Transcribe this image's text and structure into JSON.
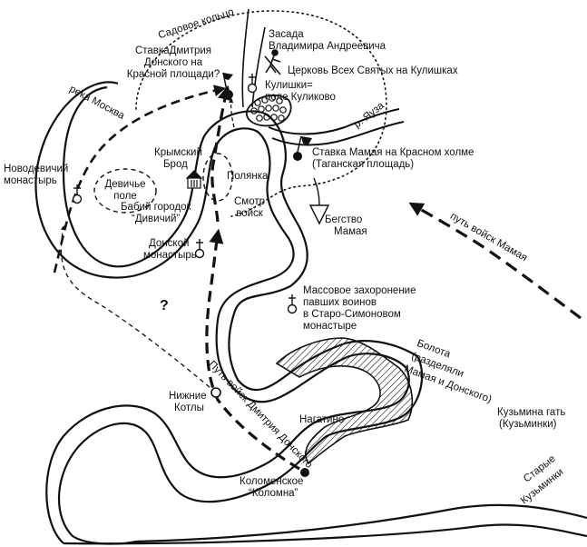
{
  "labels": {
    "sadovoe": "Садовое кольцо",
    "zasada_1": "Засада",
    "zasada_2": "Владимира Андреевича",
    "stavka_dmitriya_1": "СтавкаДмитрия",
    "stavka_dmitriya_2": "Донского на",
    "stavka_dmitriya_3": "Красной площади?",
    "cerkov": "Церковь Всех Святых на Кулишках",
    "kulishki_1": "Кулишки=",
    "kulishki_2": "поле Куликово",
    "reka_moskva": "река Москва",
    "yauza": "р. Яуза",
    "krymsky_1": "Крымский",
    "krymsky_2": "Брод",
    "stavka_mamaya_1": "Ставка Мамая на Красном холме",
    "stavka_mamaya_2": "(Таганская площадь)",
    "novodevichy_1": "Новодевичий",
    "novodevichy_2": "монастырь",
    "devichye_1": "Девичье",
    "devichye_2": "поле",
    "polyanka": "Полянка",
    "babiy_1": "Бабий городок",
    "babiy_2": "“Дивичий”",
    "smotr_1": "Смотр",
    "smotr_2": "войск",
    "begstvo_1": "Бегство",
    "begstvo_2": "Мамая",
    "put_mamaya": "путь войск Мамая",
    "donskoy_1": "Донской",
    "donskoy_2": "монастырь",
    "zakhoronenie_1": "Массовое захоронение",
    "zakhoronenie_2": "павших воинов",
    "zakhoronenie_3": "в Старо-Симоновом",
    "zakhoronenie_4": "монастыре",
    "question": "?",
    "boloto_1": "Болота",
    "boloto_2": "(разделяли",
    "boloto_3": "Мамая и Донского)",
    "put_dmitriya": "Путь войск Дмитрия Донского",
    "nizhnie_1": "Нижние",
    "nizhnie_2": "Котлы",
    "nagatino": "Нагатино",
    "kuzmina_1": "Кузьмина гать",
    "kuzmina_2": "(Кузьминки)",
    "kolomenskoe_1": "Коломенское",
    "kolomenskoe_2": "“Коломна”",
    "starye_1": "Старые",
    "starye_2": "Кузьминки"
  },
  "colors": {
    "ink": "#111111",
    "paper": "#ffffff"
  }
}
